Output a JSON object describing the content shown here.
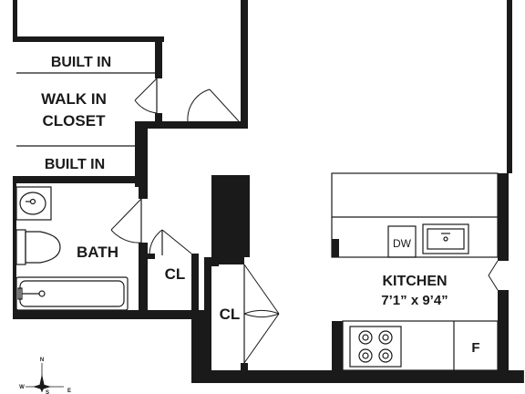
{
  "rooms": {
    "built_in_top": "BUILT IN",
    "walk_in_closet_line1": "WALK IN",
    "walk_in_closet_line2": "CLOSET",
    "built_in_bottom": "BUILT IN",
    "bath": "BATH",
    "closet_small": "CL",
    "closet_hall": "CL",
    "kitchen": "KITCHEN",
    "kitchen_dimensions": "7’1” x 9’4”"
  },
  "appliances": {
    "dishwasher": "DW",
    "fridge": "F"
  },
  "compass": {
    "north": "N",
    "south": "S",
    "west": "W",
    "east": "E"
  }
}
